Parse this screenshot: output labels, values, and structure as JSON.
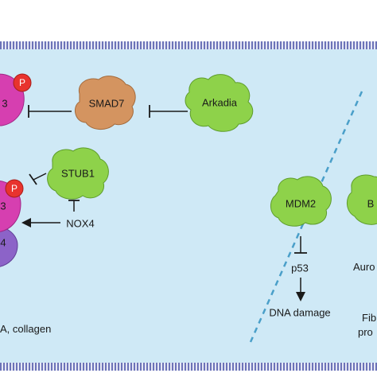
{
  "colors": {
    "background": "#cfe9f6",
    "membrane": "#6c73b8",
    "green_protein": "#8ed24a",
    "smad7_protein": "#d49460",
    "pink_protein": "#d63fb0",
    "purple_protein": "#8c63c8",
    "phospho": "#e8332e",
    "divider": "#4a9fc9",
    "arrow": "#1a1a1a"
  },
  "proteins": {
    "smad_top": "3",
    "phospho_top": "P",
    "smad7": "SMAD7",
    "arkadia": "Arkadia",
    "stub1": "STUB1",
    "smad_bottom": "3",
    "phospho_bottom": "P",
    "smad4_partial": "4",
    "mdm2": "MDM2",
    "right_partial": "B"
  },
  "labels": {
    "nox4": "NOX4",
    "p53": "p53",
    "dna_damage": "DNA damage",
    "collagen": "A, collagen",
    "aurora_partial": "Auro",
    "fibrosis_partial_1": "Fib",
    "fibrosis_partial_2": "pro"
  }
}
